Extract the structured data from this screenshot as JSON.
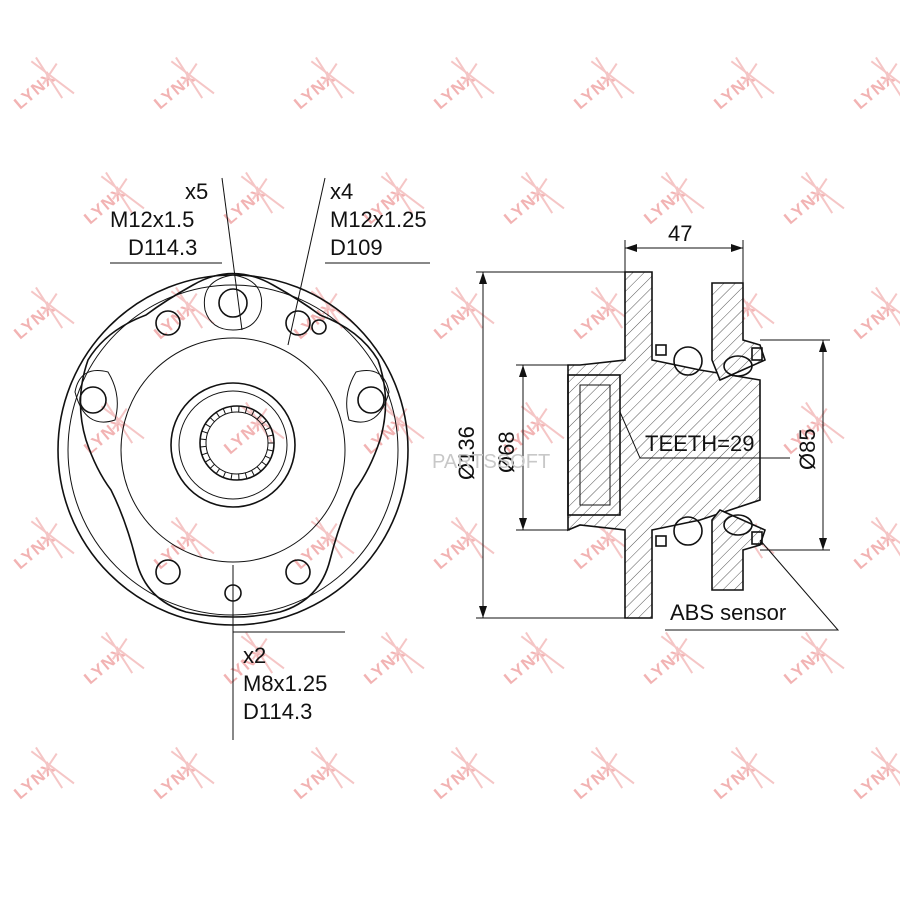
{
  "watermark": {
    "brand": "LYNX",
    "overlay": "PARTSSOFT"
  },
  "front_view": {
    "callout_x5": {
      "count": "x5",
      "thread": "M12x1.5",
      "pcd": "D114.3"
    },
    "callout_x4": {
      "count": "x4",
      "thread": "M12x1.25",
      "pcd": "D109"
    },
    "callout_x2": {
      "count": "x2",
      "thread": "M8x1.25",
      "pcd": "D114.3"
    }
  },
  "side_view": {
    "width_dim": "47",
    "dia_136": "Ø136",
    "dia_68": "Ø68",
    "dia_85": "Ø85",
    "teeth": "TEETH=29",
    "abs_sensor": "ABS sensor"
  },
  "colors": {
    "line": "#111111",
    "watermark": "#f2b3b3"
  }
}
